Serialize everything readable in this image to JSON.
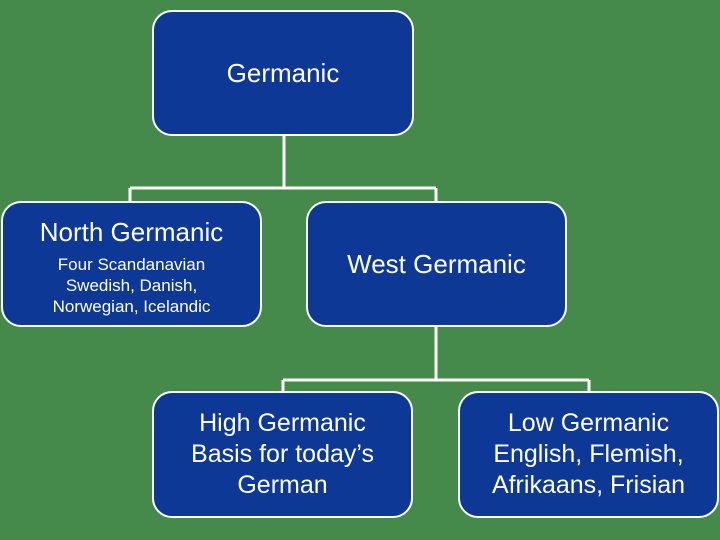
{
  "nodes": {
    "germanic": {
      "title": "Germanic"
    },
    "north": {
      "title": "North Germanic",
      "lines": [
        "Four Scandanavian",
        "Swedish, Danish,",
        "Norwegian, Icelandic"
      ]
    },
    "west": {
      "title": "West Germanic"
    },
    "high": {
      "lines": [
        "High Germanic",
        "Basis for today’s",
        "German"
      ]
    },
    "low": {
      "lines": [
        "Low Germanic",
        "English, Flemish,",
        "Afrikaans, Frisian"
      ]
    }
  },
  "colors": {
    "background": "#468a4b",
    "node_fill": "#0d3896",
    "node_border": "#ffffff",
    "text": "#ffffff",
    "connector": "#ffffff"
  }
}
